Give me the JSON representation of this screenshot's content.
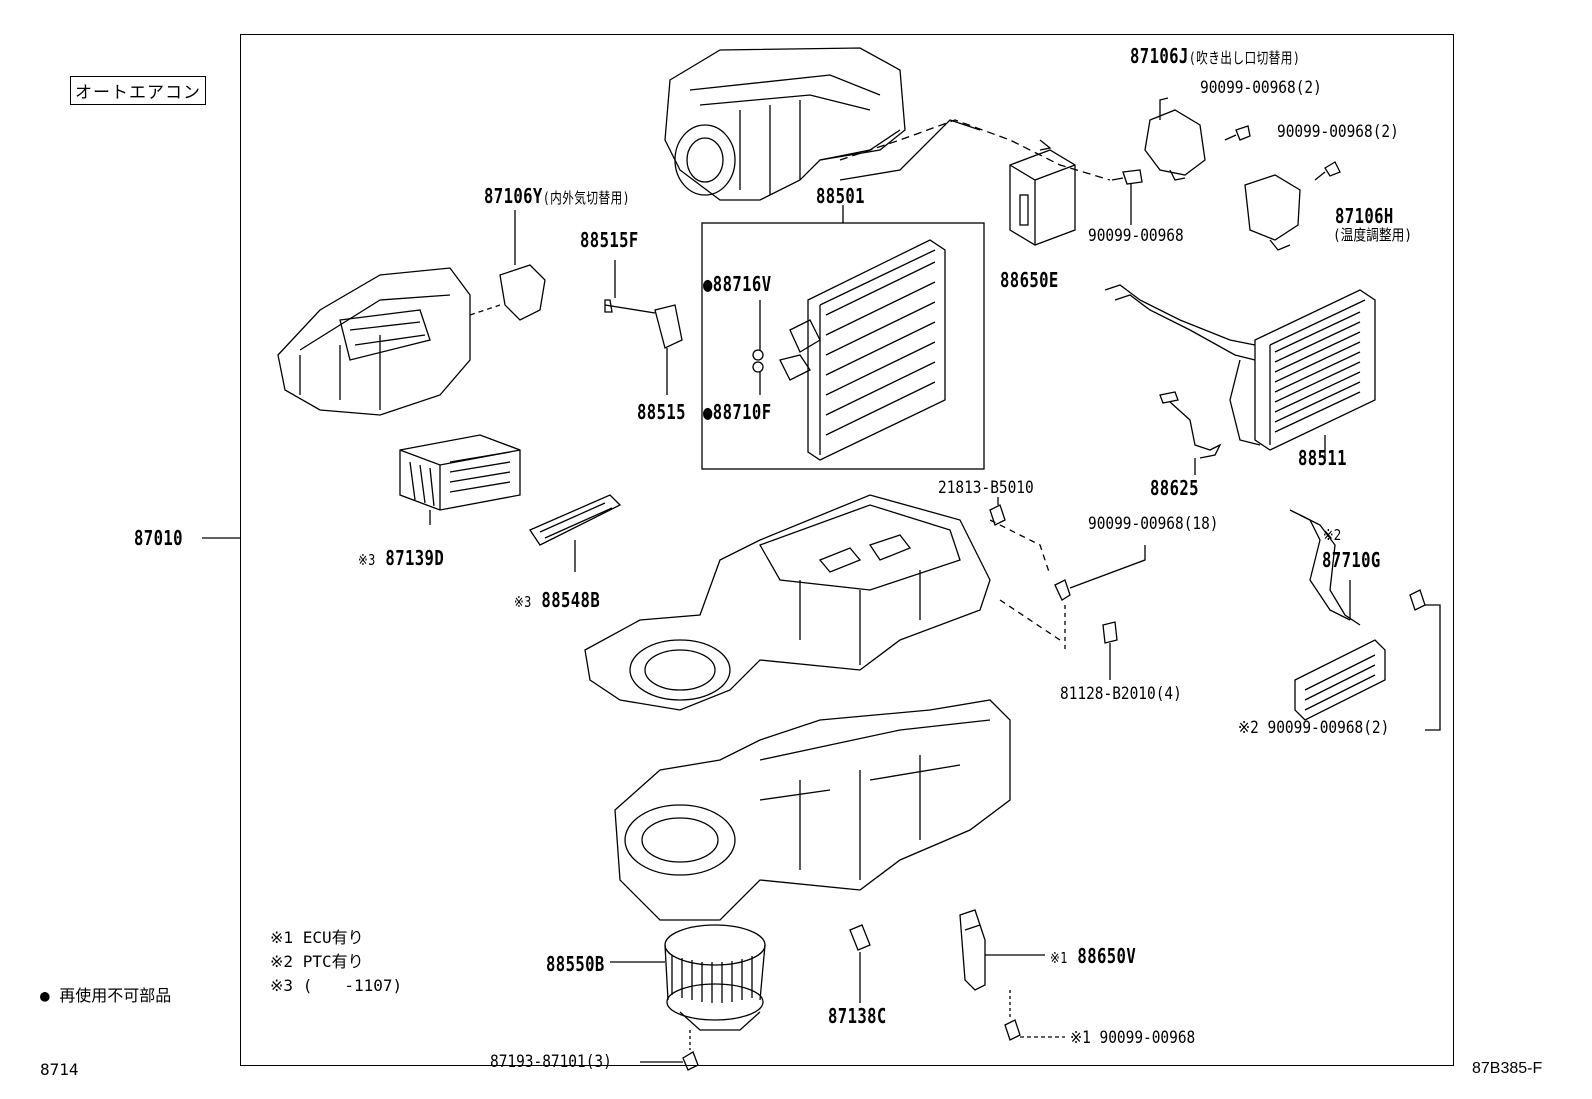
{
  "header_tag": "オートエアコン",
  "legend": {
    "bullet": "●",
    "text": "再使用不可部品"
  },
  "notes": [
    {
      "mark": "※1",
      "text": "ECU有り"
    },
    {
      "mark": "※2",
      "text": "PTC有り"
    },
    {
      "mark": "※3",
      "text": "(　　-1107)"
    }
  ],
  "page_ref_left": "8714",
  "page_ref_right": "87B385-F",
  "parts": {
    "p87010": "87010",
    "p87106J": "87106J",
    "p87106J_desc": "(吹き出し口切替用)",
    "p90099_00968_2a": "90099-00968(2)",
    "p90099_00968_2b": "90099-00968(2)",
    "p87106Y": "87106Y",
    "p87106Y_desc": "(内外気切替用)",
    "p88501": "88501",
    "p88515F": "88515F",
    "p88716V": "●88716V",
    "p88710F": "●88710F",
    "p88515": "88515",
    "p88650E": "88650E",
    "p90099_00968": "90099-00968",
    "p87106H": "87106H",
    "p87106H_desc": "(温度調整用)",
    "p88511": "88511",
    "p88625": "88625",
    "p21813_B5010": "21813-B5010",
    "p90099_00968_18": "90099-00968(18)",
    "p87139D_mark": "※3",
    "p87139D": "87139D",
    "p88548B_mark": "※3",
    "p88548B": "88548B",
    "p87710G_mark": "※2",
    "p87710G": "87710G",
    "p81128_B2010_4": "81128-B2010(4)",
    "p90099_00968_2c_mark": "※2",
    "p90099_00968_2c": "90099-00968(2)",
    "p88550B": "88550B",
    "p87138C": "87138C",
    "p88650V_mark": "※1",
    "p88650V": "88650V",
    "p90099_00968_e_mark": "※1",
    "p90099_00968_e": "90099-00968",
    "p87193_87101_3": "87193-87101(3)"
  }
}
